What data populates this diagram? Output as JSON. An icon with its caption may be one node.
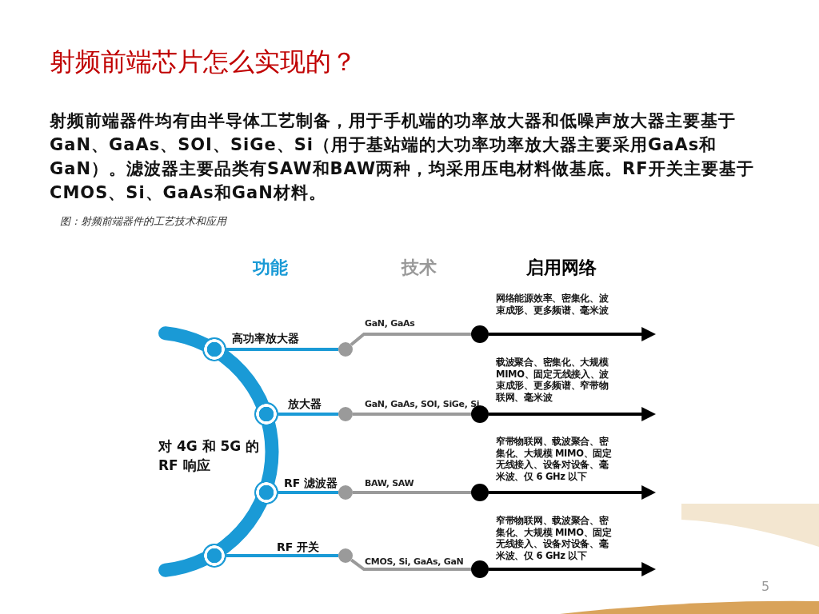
{
  "diagram": {
    "title": "射频前端芯片怎么实现的？",
    "caption": "图：射频前端器件的工艺技术和应用",
    "nodes": [
      {
        "text": [],
        "shape": "circle"
      },
      {
        "text": [],
        "shape": "circle"
      },
      {
        "text": [],
        "shape": "circle"
      },
      {
        "text": [],
        "shape": "circle"
      },
      {
        "text": [],
        "shape": "circle"
      },
      {
        "text": [],
        "shape": "circle"
      },
      {
        "text": [],
        "shape": "circle"
      },
      {
        "text": [],
        "shape": "circle"
      },
      {
        "text": [],
        "shape": "circle"
      },
      {
        "text": [],
        "shape": "circle"
      },
      {
        "text": [],
        "shape": "circle"
      },
      {
        "text": [],
        "shape": "circle"
      }
    ],
    "edges": [
      {
        "from": 0,
        "to": 1,
        "arrow": "none",
        "color": "#1a9ad6"
      },
      {
        "from": 1,
        "to": 2,
        "arrow": "none",
        "color": "#9a9a9a"
      },
      {
        "from": 2,
        "to": null,
        "arrow": "to",
        "color": "#000000"
      },
      {
        "from": 3,
        "to": 4,
        "arrow": "none",
        "color": "#1a9ad6"
      },
      {
        "from": 4,
        "to": 5,
        "arrow": "none",
        "color": "#9a9a9a"
      },
      {
        "from": 5,
        "to": null,
        "arrow": "to",
        "color": "#000000"
      },
      {
        "from": 6,
        "to": 7,
        "arrow": "none",
        "color": "#1a9ad6"
      },
      {
        "from": 7,
        "to": 8,
        "arrow": "none",
        "color": "#9a9a9a"
      },
      {
        "from": 8,
        "to": null,
        "arrow": "to",
        "color": "#000000"
      },
      {
        "from": 9,
        "to": 10,
        "arrow": "none",
        "color": "#1a9ad6"
      },
      {
        "from": 10,
        "to": 11,
        "arrow": "none",
        "color": "#9a9a9a"
      },
      {
        "from": 11,
        "to": null,
        "arrow": "to",
        "color": "#000000"
      }
    ],
    "labels": [
      "射频前端器件均有由半导体工艺制备，用于手机端的功率放大器和低噪声放大器主要基于GaN、GaAs、SOI、SiGe、Si（用于基站端的大功率功率放大器主要采用GaAs和GaN）。滤波器主要品类有SAW和BAW两种，均采用压电材料做基底。RF开关主要基于CMOS、Si、GaAs和GaN材料。",
      "功能",
      "技术",
      "启用网络",
      "网络能源效率、密集化、波束成形、更多频谱、毫米波",
      "GaN, GaAs",
      "高功率放大器",
      "载波聚合、密集化、大规模MIMO、固定无线接入、波束成形、更多频谱、窄带物联网、毫米波",
      "放大器",
      "GaN, GaAs, SOI, SiGe, Si",
      "对 4G 和 5G 的 RF 响应",
      "窄带物联网、载波聚合、密集化、大规模 MIMO、固定无线接入、设备对设备、毫米波、仅 6 GHz 以下",
      "RF 滤波器",
      "BAW, SAW",
      "窄带物联网、载波聚合、密集化、大规模 MIMO、固定无线接入、设备对设备、毫米波、仅 6 GHz 以下",
      "RF 开关",
      "CMOS, Si, GaAs, GaN",
      "5"
    ]
  }
}
